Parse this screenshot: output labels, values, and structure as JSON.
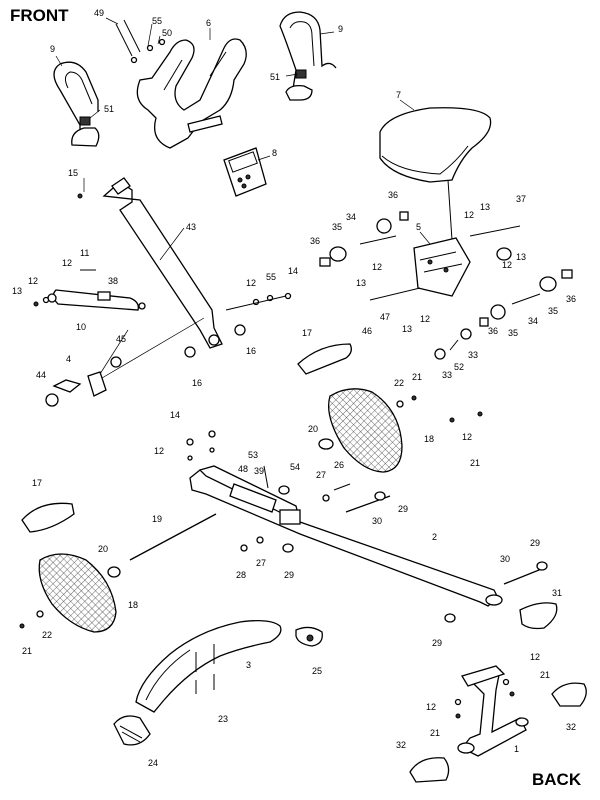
{
  "orientation": {
    "front": "FRONT",
    "back": "BACK"
  },
  "callouts": [
    {
      "id": "c49",
      "text": "49"
    },
    {
      "id": "c55a",
      "text": "55"
    },
    {
      "id": "c50",
      "text": "50"
    },
    {
      "id": "c6",
      "text": "6"
    },
    {
      "id": "c9a",
      "text": "9"
    },
    {
      "id": "c9b",
      "text": "9"
    },
    {
      "id": "c51a",
      "text": "51"
    },
    {
      "id": "c51b",
      "text": "51"
    },
    {
      "id": "c7",
      "text": "7"
    },
    {
      "id": "c8",
      "text": "8"
    },
    {
      "id": "c15",
      "text": "15"
    },
    {
      "id": "c43",
      "text": "43"
    },
    {
      "id": "c5",
      "text": "5"
    },
    {
      "id": "c36a",
      "text": "36"
    },
    {
      "id": "c35a",
      "text": "35"
    },
    {
      "id": "c34a",
      "text": "34"
    },
    {
      "id": "c36b",
      "text": "36"
    },
    {
      "id": "c37",
      "text": "37"
    },
    {
      "id": "c12a",
      "text": "12"
    },
    {
      "id": "c13a",
      "text": "13"
    },
    {
      "id": "c13b",
      "text": "13"
    },
    {
      "id": "c12b",
      "text": "12"
    },
    {
      "id": "c11",
      "text": "11"
    },
    {
      "id": "c12c",
      "text": "12"
    },
    {
      "id": "c38",
      "text": "38"
    },
    {
      "id": "c12d",
      "text": "12"
    },
    {
      "id": "c13c",
      "text": "13"
    },
    {
      "id": "c10",
      "text": "10"
    },
    {
      "id": "c12e",
      "text": "12"
    },
    {
      "id": "c55b",
      "text": "55"
    },
    {
      "id": "c14a",
      "text": "14"
    },
    {
      "id": "c12f",
      "text": "12"
    },
    {
      "id": "c13d",
      "text": "13"
    },
    {
      "id": "c47",
      "text": "47"
    },
    {
      "id": "c46",
      "text": "46"
    },
    {
      "id": "c13e",
      "text": "13"
    },
    {
      "id": "c12g",
      "text": "12"
    },
    {
      "id": "c36c",
      "text": "36"
    },
    {
      "id": "c35b",
      "text": "35"
    },
    {
      "id": "c34b",
      "text": "34"
    },
    {
      "id": "c35c",
      "text": "35"
    },
    {
      "id": "c36d",
      "text": "36"
    },
    {
      "id": "c45",
      "text": "45"
    },
    {
      "id": "c4",
      "text": "4"
    },
    {
      "id": "c16a",
      "text": "16"
    },
    {
      "id": "c16b",
      "text": "16"
    },
    {
      "id": "c44",
      "text": "44"
    },
    {
      "id": "c17a",
      "text": "17"
    },
    {
      "id": "c33a",
      "text": "33"
    },
    {
      "id": "c52",
      "text": "52"
    },
    {
      "id": "c33b",
      "text": "33"
    },
    {
      "id": "c22a",
      "text": "22"
    },
    {
      "id": "c21a",
      "text": "21"
    },
    {
      "id": "c14b",
      "text": "14"
    },
    {
      "id": "c12h",
      "text": "12"
    },
    {
      "id": "c20a",
      "text": "20"
    },
    {
      "id": "c18a",
      "text": "18"
    },
    {
      "id": "c12i",
      "text": "12"
    },
    {
      "id": "c21b",
      "text": "21"
    },
    {
      "id": "c53",
      "text": "53"
    },
    {
      "id": "c48",
      "text": "48"
    },
    {
      "id": "c39",
      "text": "39"
    },
    {
      "id": "c54",
      "text": "54"
    },
    {
      "id": "c26",
      "text": "26"
    },
    {
      "id": "c27a",
      "text": "27"
    },
    {
      "id": "c17b",
      "text": "17"
    },
    {
      "id": "c19",
      "text": "19"
    },
    {
      "id": "c29a",
      "text": "29"
    },
    {
      "id": "c30a",
      "text": "30"
    },
    {
      "id": "c2",
      "text": "2"
    },
    {
      "id": "c20b",
      "text": "20"
    },
    {
      "id": "c28",
      "text": "28"
    },
    {
      "id": "c27b",
      "text": "27"
    },
    {
      "id": "c29b",
      "text": "29"
    },
    {
      "id": "c29c",
      "text": "29"
    },
    {
      "id": "c30b",
      "text": "30"
    },
    {
      "id": "c31",
      "text": "31"
    },
    {
      "id": "c18b",
      "text": "18"
    },
    {
      "id": "c22b",
      "text": "22"
    },
    {
      "id": "c21c",
      "text": "21"
    },
    {
      "id": "c29d",
      "text": "29"
    },
    {
      "id": "c3",
      "text": "3"
    },
    {
      "id": "c25",
      "text": "25"
    },
    {
      "id": "c12j",
      "text": "12"
    },
    {
      "id": "c21d",
      "text": "21"
    },
    {
      "id": "c12k",
      "text": "12"
    },
    {
      "id": "c21e",
      "text": "21"
    },
    {
      "id": "c32a",
      "text": "32"
    },
    {
      "id": "c23",
      "text": "23"
    },
    {
      "id": "c1",
      "text": "1"
    },
    {
      "id": "c32b",
      "text": "32"
    },
    {
      "id": "c24",
      "text": "24"
    }
  ]
}
